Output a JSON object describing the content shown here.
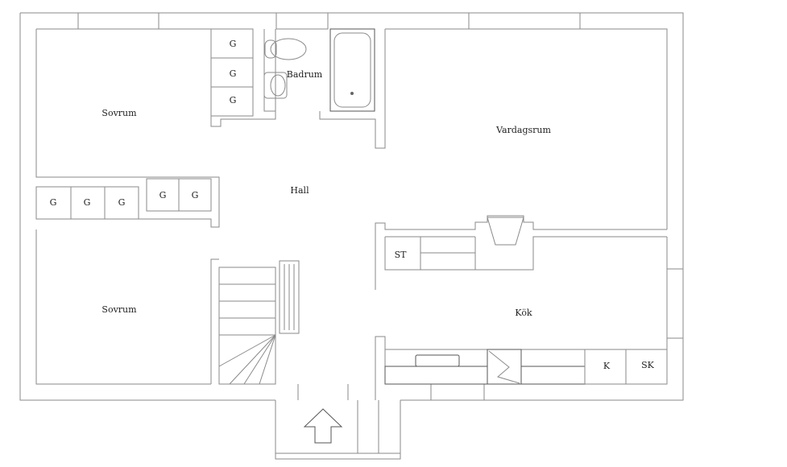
{
  "rooms": {
    "bedroom_top": "Sovrum",
    "bathroom": "Badrum",
    "living_room": "Vardagsrum",
    "hall": "Hall",
    "bedroom_bottom": "Sovrum",
    "kitchen": "Kök"
  },
  "closets": {
    "bedroom_top": [
      "G",
      "G",
      "G"
    ],
    "hall_left": [
      "G",
      "G",
      "G"
    ],
    "hall_right": [
      "G",
      "G"
    ]
  },
  "kitchen_fixtures": {
    "storage": "ST",
    "fridge": "K",
    "freezer": "SK"
  }
}
